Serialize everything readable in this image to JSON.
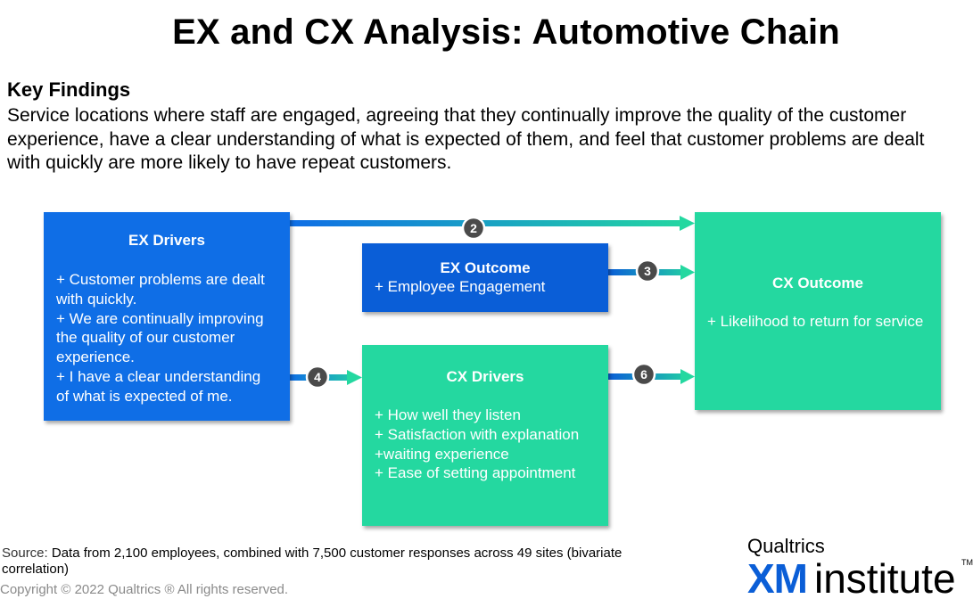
{
  "title": "EX and CX Analysis: Automotive Chain",
  "key_findings": {
    "heading": "Key Findings",
    "text": "Service locations where staff are engaged, agreeing that they continually improve the quality of the customer experience, have a clear understanding of what is expected of them, and feel that customer problems are dealt with quickly are more likely to have repeat customers."
  },
  "boxes": {
    "ex_drivers": {
      "heading": "EX Drivers",
      "items": [
        "+ Customer problems are dealt with quickly.",
        "+ We are continually improving the quality of our customer experience.",
        "+ I have a clear understanding of what is expected of me."
      ]
    },
    "ex_outcome": {
      "heading": "EX Outcome",
      "items": [
        "+ Employee Engagement"
      ]
    },
    "cx_drivers": {
      "heading": "CX Drivers",
      "items": [
        "+ How well they listen",
        "+ Satisfaction with explanation",
        "+waiting experience",
        "+ Ease of setting appointment"
      ]
    },
    "cx_outcome": {
      "heading": "CX Outcome",
      "items": [
        "+ Likelihood to return for service"
      ]
    }
  },
  "links": [
    {
      "from": "EX Drivers",
      "to": "CX Outcome",
      "badge": "2"
    },
    {
      "from": "EX Outcome",
      "to": "CX Outcome",
      "badge": "3"
    },
    {
      "from": "EX Drivers",
      "to": "CX Drivers",
      "badge": "4"
    },
    {
      "from": "CX Drivers",
      "to": "CX Outcome",
      "badge": "6"
    }
  ],
  "source": {
    "label": "Source:",
    "text": " Data from 2,100 employees, combined with 7,500 customer responses across 49 sites (bivariate correlation)"
  },
  "copyright": "Copyright © 2022 Qualtrics ® All rights reserved.",
  "logo": {
    "line1": "Qualtrics",
    "xm": "XM",
    "institute": "institute",
    "tm": "TM"
  },
  "colors": {
    "ex_blue": "#0f6ee6",
    "ex_outcome_blue": "#0a5ed7",
    "cx_green": "#24d8a0",
    "badge_gray": "#4a4a4a"
  }
}
